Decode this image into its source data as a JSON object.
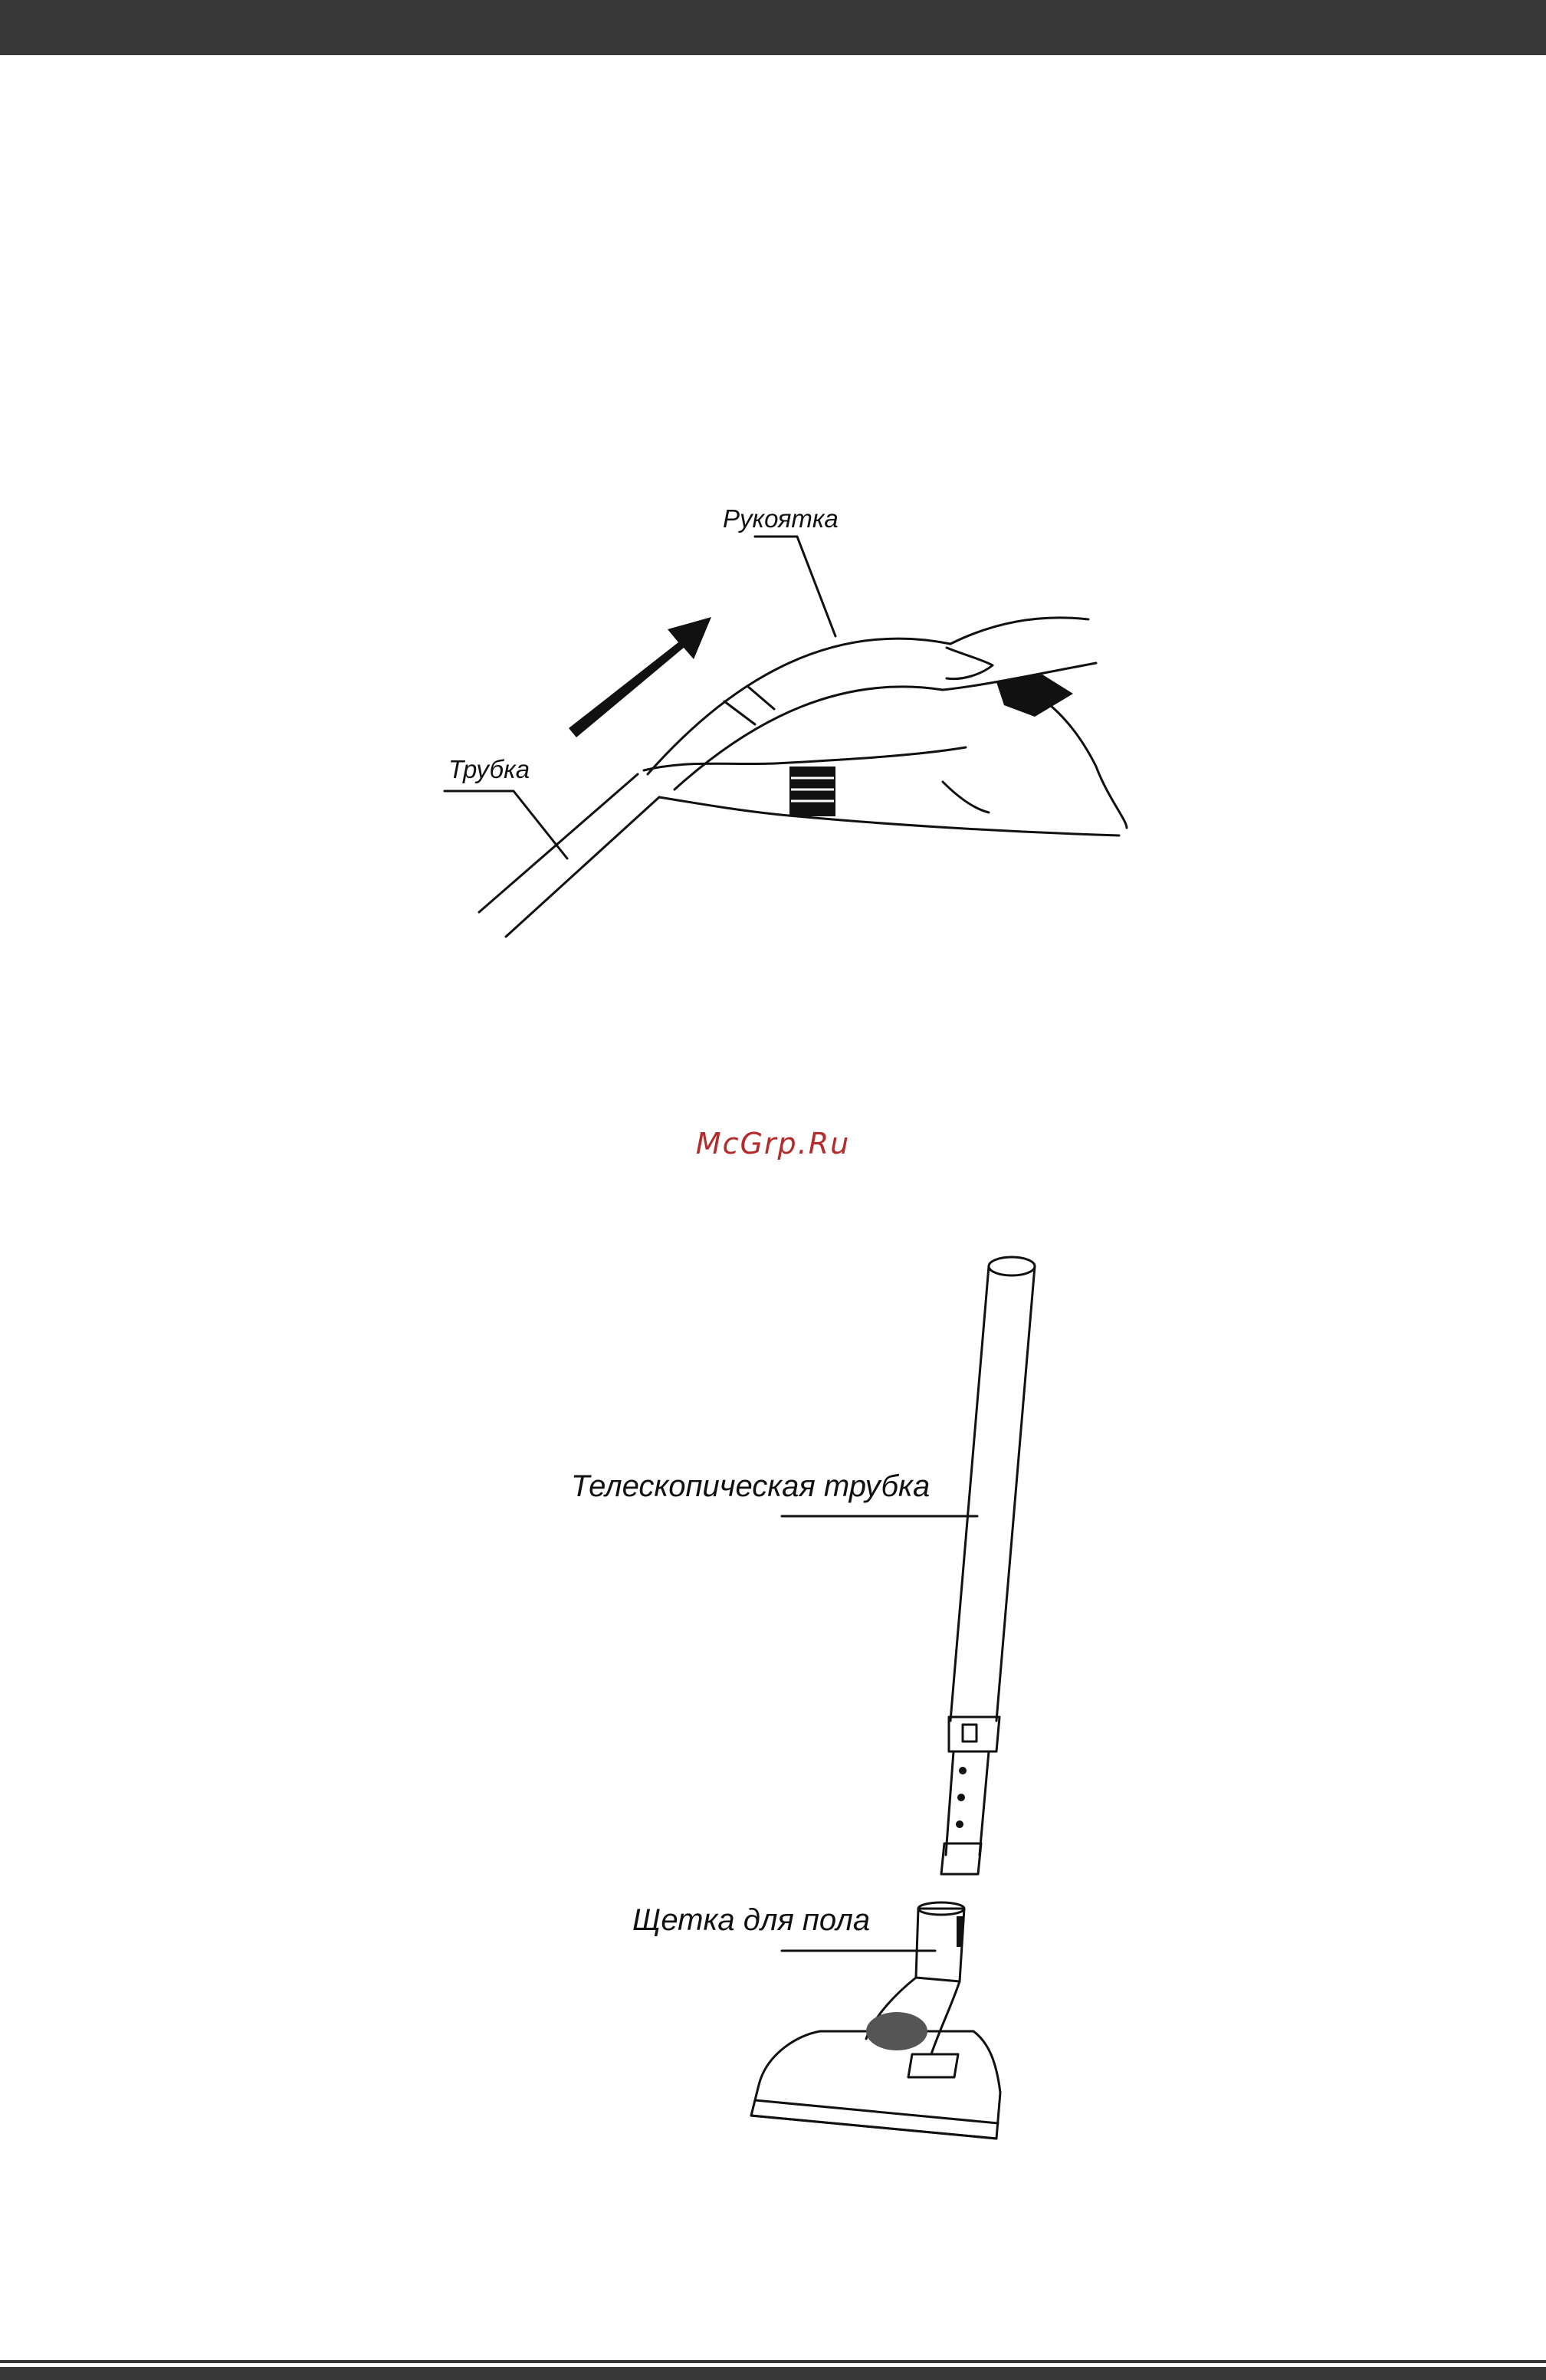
{
  "figure1": {
    "handle_label": "Рукоятка",
    "tube_label": "Трубка"
  },
  "watermark": "McGrp.Ru",
  "figure2": {
    "telescopic_label": "Телескопическая трубка",
    "brush_label": "Щетка для пола"
  },
  "colors": {
    "bar": "#383838",
    "watermark": "#b52a2a",
    "line": "#111111"
  }
}
